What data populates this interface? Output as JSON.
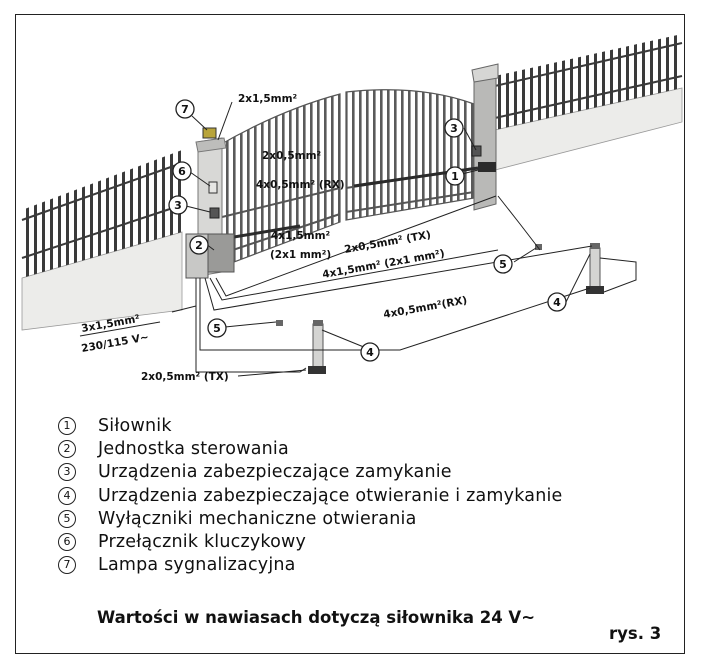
{
  "labels": {
    "lamp_cable": "2x1,5mm²",
    "key_cable": "2x0,5mm²",
    "photocell_rx_cable": "4x0,5mm² (RX)",
    "motor_cable": "4x1,5mm²",
    "motor_cable_24v": "(2x1 mm²)",
    "tx_cable_top": "2x0,5mm² (TX)",
    "motor_cable_right": "4x1,5mm² (2x1 mm²)",
    "rx_cable_bottom": "4x0,5mm²(RX)",
    "power_cable": "3x1,5mm²",
    "power_voltage": "230/115 V~",
    "tx_cable_bottom": "2x0,5mm² (TX)"
  },
  "callouts": {
    "c1": "1",
    "c2": "2",
    "c3": "3",
    "c4": "4",
    "c5": "5",
    "c6": "6",
    "c7": "7"
  },
  "legend": [
    {
      "num": "1",
      "text": "Siłownik"
    },
    {
      "num": "2",
      "text": "Jednostka sterowania"
    },
    {
      "num": "3",
      "text": "Urządzenia zabezpieczające zamykanie"
    },
    {
      "num": "4",
      "text": "Urządzenia zabezpieczające otwieranie i zamykanie"
    },
    {
      "num": "5",
      "text": "Wyłączniki mechaniczne otwierania"
    },
    {
      "num": "6",
      "text": "Przełącznik kluczykowy"
    },
    {
      "num": "7",
      "text": "Lampa sygnalizacyjna"
    }
  ],
  "note": "Wartości w nawiasach dotyczą siłownika 24 V~",
  "figure_label": "rys. 3"
}
